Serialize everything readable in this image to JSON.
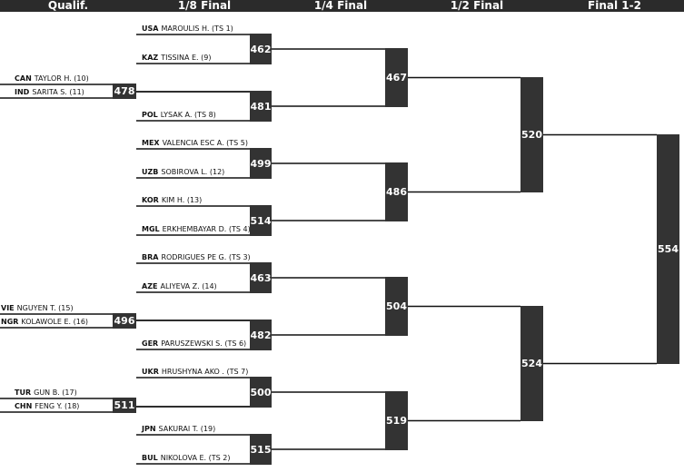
{
  "rounds": [
    "Qualif.",
    "1/8 Final",
    "1/4 Final",
    "1/2 Final",
    "Final 1-2"
  ],
  "qualif_matches": [
    {
      "id": "478",
      "a": {
        "country": "CAN",
        "name": "TAYLOR H. (10)"
      },
      "b": {
        "country": "IND",
        "name": "SARITA S. (11)"
      }
    },
    {
      "id": "496",
      "a": {
        "country": "VIE",
        "name": "NGUYEN T. (15)"
      },
      "b": {
        "country": "NGR",
        "name": "KOLAWOLE E. (16)"
      }
    },
    {
      "id": "511",
      "a": {
        "country": "TUR",
        "name": "GUN B. (17)"
      },
      "b": {
        "country": "CHN",
        "name": "FENG Y. (18)"
      }
    }
  ],
  "r16_matches": [
    {
      "id": "462",
      "a": {
        "country": "USA",
        "name": "MAROULIS H. (TS 1)"
      },
      "b": {
        "country": "KAZ",
        "name": "TISSINA E. (9)"
      }
    },
    {
      "id": "481",
      "a": null,
      "b": {
        "country": "POL",
        "name": "LYSAK A. (TS 8)"
      }
    },
    {
      "id": "499",
      "a": {
        "country": "MEX",
        "name": "VALENCIA ESC A. (TS 5)"
      },
      "b": {
        "country": "UZB",
        "name": "SOBIROVA L. (12)"
      }
    },
    {
      "id": "514",
      "a": {
        "country": "KOR",
        "name": "KIM H. (13)"
      },
      "b": {
        "country": "MGL",
        "name": "ERKHEMBAYAR D. (TS 4)"
      }
    },
    {
      "id": "463",
      "a": {
        "country": "BRA",
        "name": "RODRIGUES PE G. (TS 3)"
      },
      "b": {
        "country": "AZE",
        "name": "ALIYEVA Z. (14)"
      }
    },
    {
      "id": "482",
      "a": null,
      "b": {
        "country": "GER",
        "name": "PARUSZEWSKI S. (TS 6)"
      }
    },
    {
      "id": "500",
      "a": {
        "country": "UKR",
        "name": "HRUSHYNA AKO . (TS 7)"
      },
      "b": null
    },
    {
      "id": "515",
      "a": {
        "country": "JPN",
        "name": "SAKURAI T. (19)"
      },
      "b": {
        "country": "BUL",
        "name": "NIKOLOVA E. (TS 2)"
      }
    }
  ],
  "qf_matches": [
    "467",
    "486",
    "504",
    "519"
  ],
  "sf_matches": [
    "520",
    "524"
  ],
  "final_match": "554"
}
